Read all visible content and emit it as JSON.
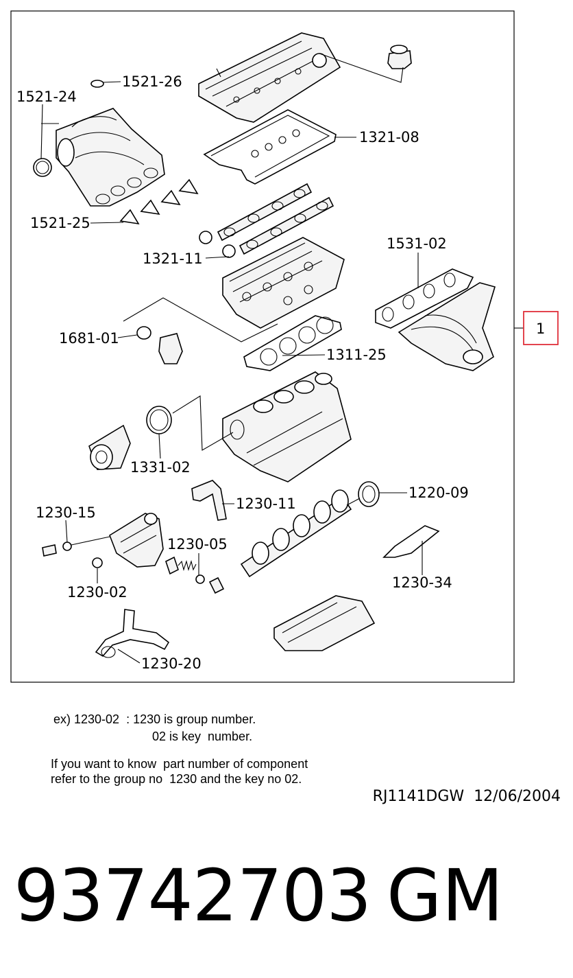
{
  "callouts": {
    "c1521_24": "1521-24",
    "c1521_26": "1521-26",
    "c1321_08": "1321-08",
    "c1521_25": "1521-25",
    "c1531_02": "1531-02",
    "c1321_11": "1321-11",
    "c1681_01": "1681-01",
    "c1311_25": "1311-25",
    "c1331_02": "1331-02",
    "c1230_15": "1230-15",
    "c1230_11": "1230-11",
    "c1220_09": "1220-09",
    "c1230_05": "1230-05",
    "c1230_02": "1230-02",
    "c1230_34": "1230-34",
    "c1230_20": "1230-20"
  },
  "highlight": {
    "label": "1",
    "color": "#e0303a"
  },
  "notes": {
    "example_line1": "ex) 1230-02  : 1230 is group number.",
    "example_line2": "02 is key  number.",
    "info_line1": "If you want to know  part number of component",
    "info_line2": "refer to the group no  1230 and the key no 02."
  },
  "reference": {
    "code": "RJ1141DGW",
    "date": "12/06/2004"
  },
  "part": {
    "number": "93742703",
    "brand": "GM"
  }
}
